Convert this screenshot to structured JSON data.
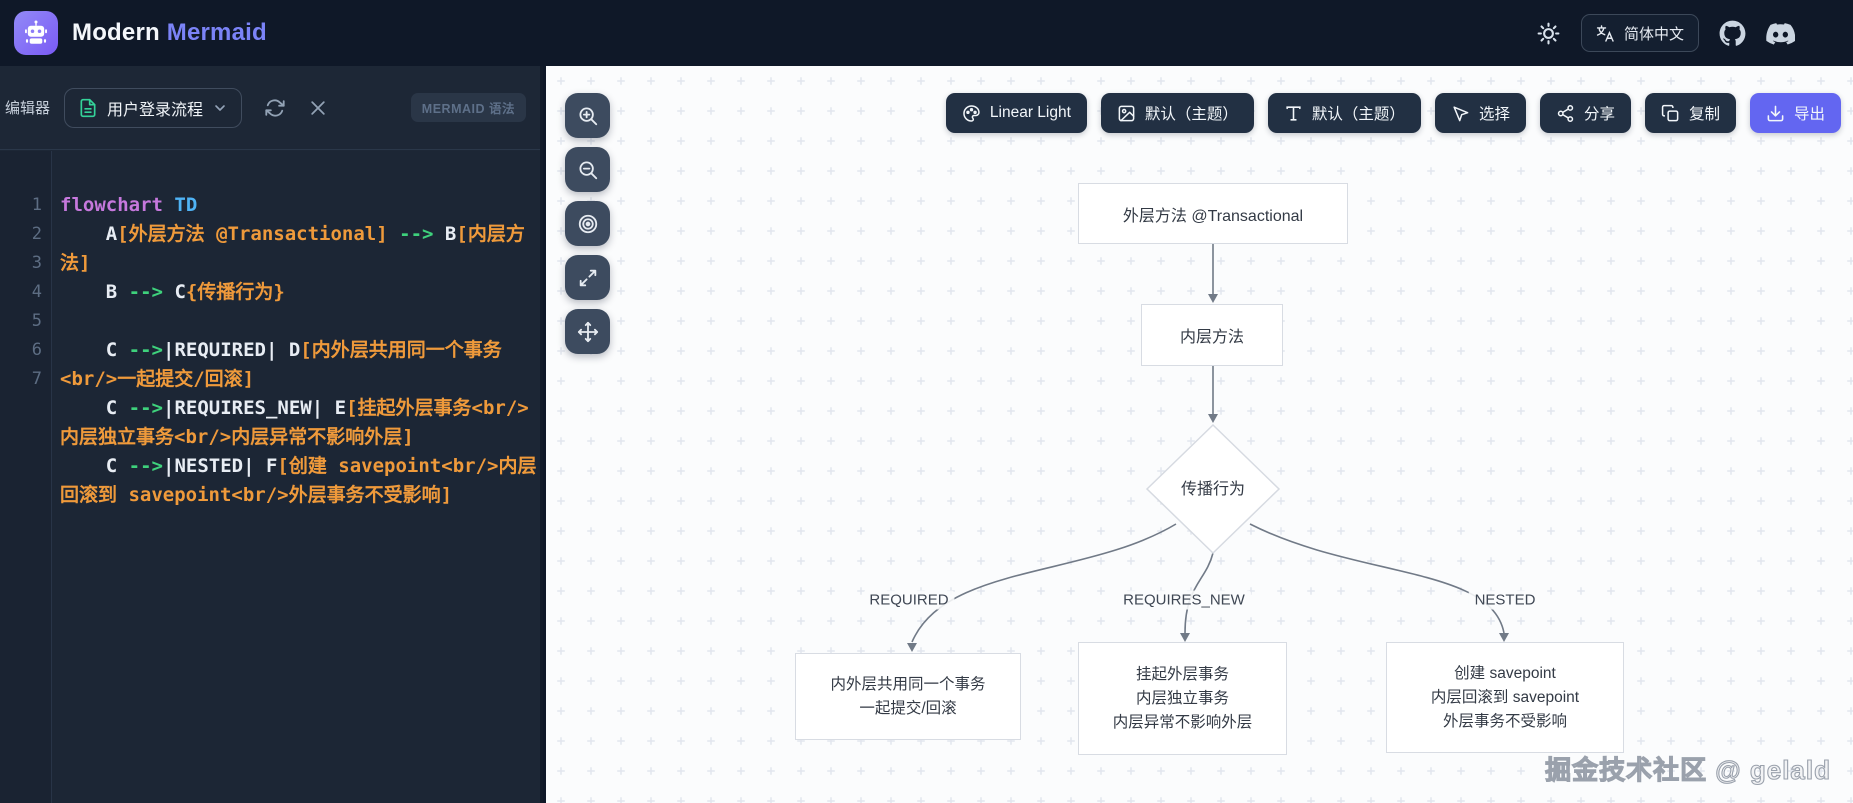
{
  "header": {
    "title_primary": "Modern",
    "title_accent": "Mermaid",
    "language_button": "简体中文",
    "icons": [
      "robot-logo-icon",
      "sun-icon",
      "translate-icon",
      "github-icon",
      "discord-icon"
    ]
  },
  "sidebar": {
    "panel_label": "编辑器",
    "file_selector": "用户登录流程",
    "syntax_badge": "MERMAID 语法",
    "icons": [
      "file-text-icon",
      "chevron-down-icon",
      "refresh-icon",
      "close-icon"
    ],
    "editor": {
      "gutter": [
        "1",
        "2",
        "3",
        "4",
        "5",
        "6",
        "7"
      ],
      "rows": [
        [
          {
            "t": "flowchart",
            "c": "kw"
          },
          {
            "t": " ",
            "c": "pl"
          },
          {
            "t": "TD",
            "c": "dir"
          }
        ],
        [
          {
            "t": "    ",
            "c": "pl"
          },
          {
            "t": "A",
            "c": "id"
          },
          {
            "t": "[外层方法 @Transactional]",
            "c": "str"
          },
          {
            "t": " ",
            "c": "pl"
          },
          {
            "t": "-->",
            "c": "arr"
          },
          {
            "t": " ",
            "c": "pl"
          },
          {
            "t": "B",
            "c": "id"
          },
          {
            "t": "[内层方",
            "c": "str"
          }
        ],
        [
          {
            "t": "法]",
            "c": "str"
          }
        ],
        [
          {
            "t": "    ",
            "c": "pl"
          },
          {
            "t": "B",
            "c": "id"
          },
          {
            "t": " ",
            "c": "pl"
          },
          {
            "t": "-->",
            "c": "arr"
          },
          {
            "t": " ",
            "c": "pl"
          },
          {
            "t": "C",
            "c": "id"
          },
          {
            "t": "{传播行为}",
            "c": "str"
          }
        ],
        [],
        [
          {
            "t": "    ",
            "c": "pl"
          },
          {
            "t": "C",
            "c": "id"
          },
          {
            "t": " ",
            "c": "pl"
          },
          {
            "t": "-->",
            "c": "arr"
          },
          {
            "t": "|REQUIRED|",
            "c": "id"
          },
          {
            "t": " ",
            "c": "pl"
          },
          {
            "t": "D",
            "c": "id"
          },
          {
            "t": "[内外层共用同一个事务",
            "c": "str"
          }
        ],
        [
          {
            "t": "<br/>一起提交/回滚]",
            "c": "str"
          }
        ],
        [
          {
            "t": "    ",
            "c": "pl"
          },
          {
            "t": "C",
            "c": "id"
          },
          {
            "t": " ",
            "c": "pl"
          },
          {
            "t": "-->",
            "c": "arr"
          },
          {
            "t": "|REQUIRES_NEW|",
            "c": "id"
          },
          {
            "t": " ",
            "c": "pl"
          },
          {
            "t": "E",
            "c": "id"
          },
          {
            "t": "[挂起外层事务<br/>",
            "c": "str"
          }
        ],
        [
          {
            "t": "内层独立事务<br/>内层异常不影响外层]",
            "c": "str"
          }
        ],
        [
          {
            "t": "    ",
            "c": "pl"
          },
          {
            "t": "C",
            "c": "id"
          },
          {
            "t": " ",
            "c": "pl"
          },
          {
            "t": "-->",
            "c": "arr"
          },
          {
            "t": "|NESTED|",
            "c": "id"
          },
          {
            "t": " ",
            "c": "pl"
          },
          {
            "t": "F",
            "c": "id"
          },
          {
            "t": "[创建 savepoint<br/>内层",
            "c": "str"
          }
        ],
        [
          {
            "t": "回滚到 savepoint<br/>外层事务不受影响]",
            "c": "str"
          }
        ]
      ]
    }
  },
  "canvas": {
    "toolbar": [
      {
        "label": "Linear Light",
        "icon": "palette-icon"
      },
      {
        "label": "默认（主题）",
        "icon": "image-icon"
      },
      {
        "label": "默认（主题）",
        "icon": "text-icon"
      },
      {
        "label": "选择",
        "icon": "cursor-icon"
      },
      {
        "label": "分享",
        "icon": "share-icon"
      },
      {
        "label": "复制",
        "icon": "copy-icon"
      },
      {
        "label": "导出",
        "icon": "download-icon"
      }
    ],
    "zoom_tools": [
      "zoom-in",
      "zoom-out",
      "reset-view",
      "fit-screen",
      "pan"
    ],
    "diagram": {
      "nodes": {
        "a": "外层方法 @Transactional",
        "b": "内层方法",
        "c": "传播行为",
        "d": [
          "内外层共用同一个事务",
          "一起提交/回滚"
        ],
        "e": [
          "挂起外层事务",
          "内层独立事务",
          "内层异常不影响外层"
        ],
        "f": [
          "创建 savepoint",
          "内层回滚到 savepoint",
          "外层事务不受影响"
        ]
      },
      "edge_labels": [
        "REQUIRED",
        "REQUIRES_NEW",
        "NESTED"
      ],
      "watermark": "掘金技术社区 @ gelald"
    }
  },
  "colors": {
    "accent": "#6366f1",
    "header_bg": "#0f1828",
    "editor_bg": "#1c2635",
    "code_purple": "#c678dd",
    "code_blue": "#4fb3f5",
    "code_orange": "#ef9a3b",
    "code_green": "#3ed17c",
    "file_icon_teal": "#34d399"
  }
}
